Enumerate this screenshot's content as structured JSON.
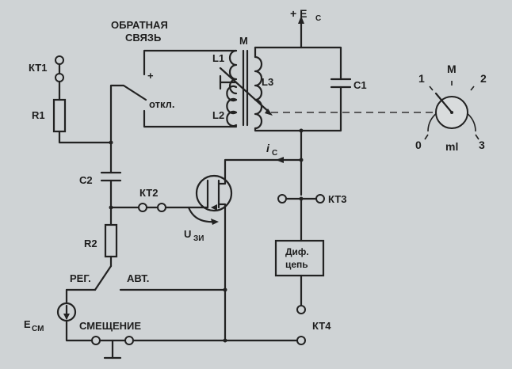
{
  "labels": {
    "supply": "+ E",
    "supply_sub": "C",
    "feedback_line1": "ОБРАТНАЯ",
    "feedback_line2": "СВЯЗЬ",
    "plus": "+",
    "minus": "_",
    "off": "откл.",
    "m_transformer": "M",
    "l1": "L1",
    "l2": "L2",
    "l3": "L3",
    "c1": "C1",
    "c2": "C2",
    "r1": "R1",
    "r2": "R2",
    "kt1": "КТ1",
    "kt2": "КТ2",
    "kt3": "КТ3",
    "kt4": "КТ4",
    "ic": "i",
    "ic_sub": "C",
    "u": "U",
    "u_sub": "ЗИ",
    "dif_line1": "Диф.",
    "dif_line2": "цепь",
    "reg": "РЕГ.",
    "avt": "АВТ.",
    "esm": "E",
    "esm_sub": "СМ",
    "bias": "СМЕЩЕНИЕ"
  },
  "dial": {
    "label_m": "M",
    "label_1": "1",
    "label_2": "2",
    "label_0": "0",
    "label_3": "3",
    "unit": "ml"
  }
}
